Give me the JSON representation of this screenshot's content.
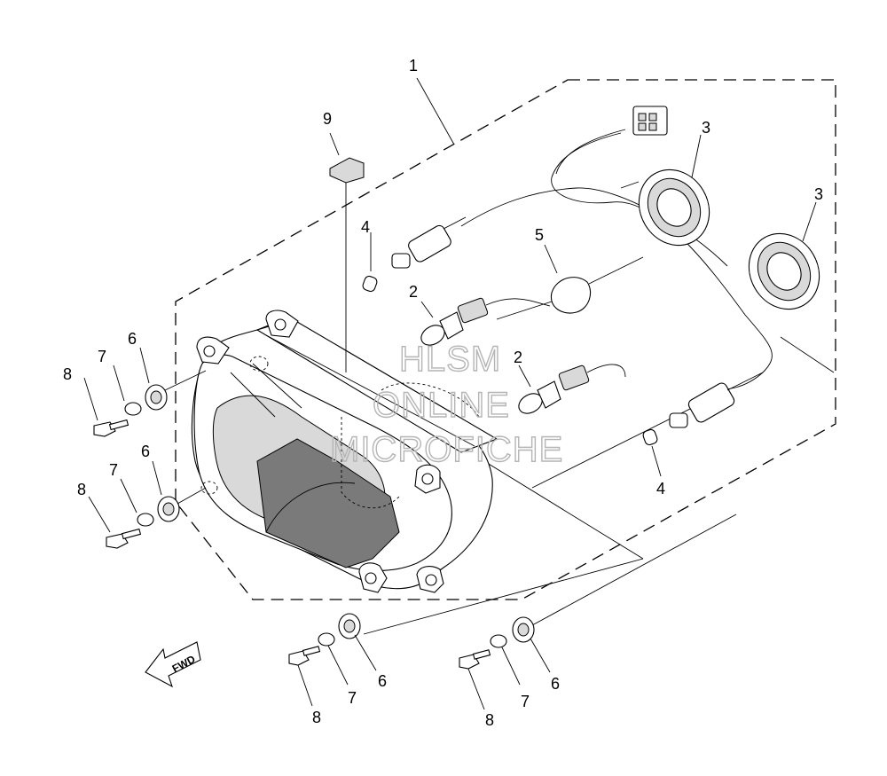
{
  "callouts": {
    "c1": "1",
    "c2a": "2",
    "c2b": "2",
    "c3a": "3",
    "c3b": "3",
    "c4a": "4",
    "c4b": "4",
    "c5": "5",
    "c6a": "6",
    "c6b": "6",
    "c6c": "6",
    "c6d": "6",
    "c7a": "7",
    "c7b": "7",
    "c7c": "7",
    "c7d": "7",
    "c8a": "8",
    "c8b": "8",
    "c8c": "8",
    "c8d": "8",
    "c9": "9"
  },
  "direction_arrow": {
    "label": "FWD"
  },
  "watermark": {
    "line1": "HLSM",
    "line2": "ONLINE",
    "line3": "MICROFICHE"
  }
}
